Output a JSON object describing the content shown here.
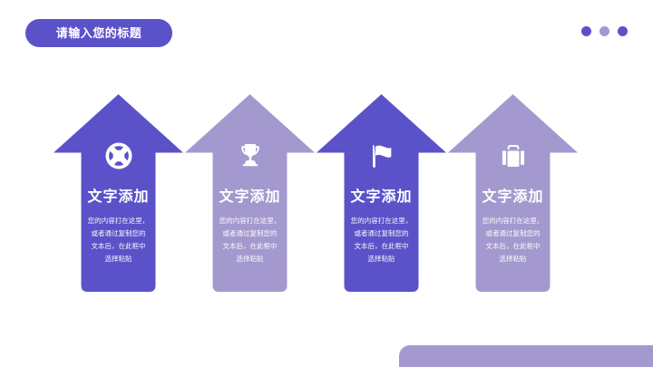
{
  "slide": {
    "background_color": "#ffffff",
    "title_pill": {
      "label": "请输入您的标题",
      "color": "#5b52c9",
      "text_color": "#ffffff"
    },
    "decor_dots": [
      {
        "name": "dot-1",
        "color": "#5b52c9"
      },
      {
        "name": "dot-2",
        "color": "#a499ce"
      },
      {
        "name": "dot-3",
        "color": "#5b52c9"
      }
    ],
    "bottom_bar": {
      "color": "#a499ce"
    }
  },
  "palette": {
    "dark_purple": "#5b52c9",
    "light_purple": "#a499ce",
    "white": "#ffffff"
  },
  "arrows": [
    {
      "index": 1,
      "icon": "lifebuoy-icon",
      "title": "文字添加",
      "body_lines": [
        "您的内容打在这里，",
        "或者通过复制您的",
        "文本后，在此框中",
        "选择粘贴"
      ],
      "color": "#5b52c9"
    },
    {
      "index": 2,
      "icon": "trophy-icon",
      "title": "文字添加",
      "body_lines": [
        "您的内容打在这里，",
        "或者通过复制您的",
        "文本后，在此框中",
        "选择粘贴"
      ],
      "color": "#a499ce"
    },
    {
      "index": 3,
      "icon": "flag-icon",
      "title": "文字添加",
      "body_lines": [
        "您的内容打在这里，",
        "或者通过复制您的",
        "文本后，在此框中",
        "选择粘贴"
      ],
      "color": "#5b52c9"
    },
    {
      "index": 4,
      "icon": "briefcase-icon",
      "title": "文字添加",
      "body_lines": [
        "您的内容打在这里，",
        "或者通过复制您的",
        "文本后，在此框中",
        "选择粘贴"
      ],
      "color": "#a499ce"
    }
  ]
}
